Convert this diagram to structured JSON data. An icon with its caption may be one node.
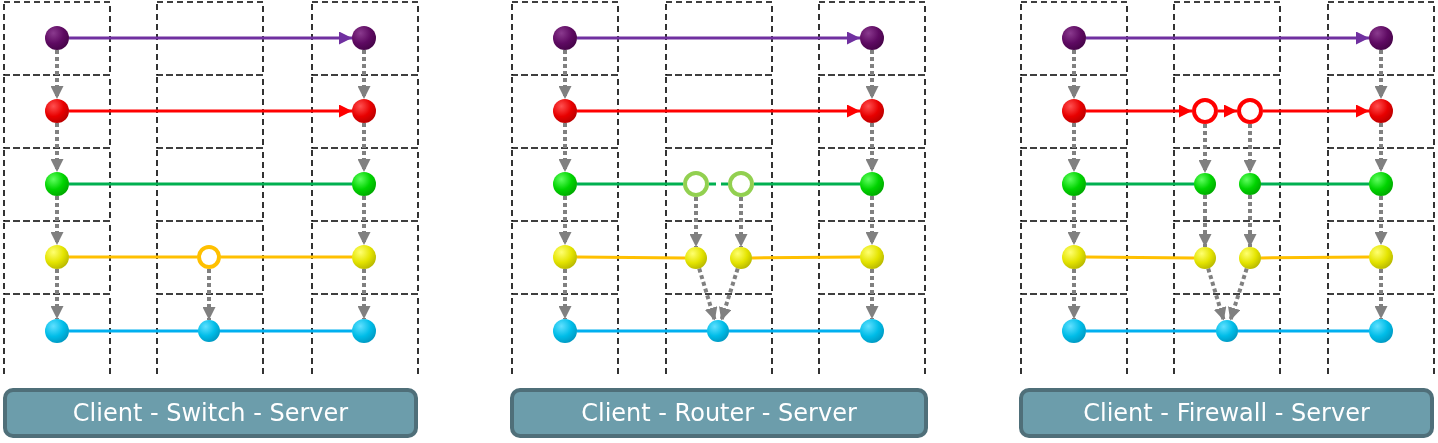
{
  "diagram": {
    "nodes": [
      {
        "text": [],
        "shape": "circle"
      },
      {
        "text": [],
        "shape": "circle"
      },
      {
        "text": [],
        "shape": "circle"
      },
      {
        "text": [],
        "shape": "circle"
      },
      {
        "text": [],
        "shape": "circle"
      },
      {
        "text": [],
        "shape": "circle"
      },
      {
        "text": [],
        "shape": "circle"
      },
      {
        "text": [],
        "shape": "circle"
      },
      {
        "text": [],
        "shape": "circle"
      },
      {
        "text": [],
        "shape": "circle"
      },
      {
        "text": [],
        "shape": "ring"
      },
      {
        "text": [],
        "shape": "circle"
      },
      {
        "text": [
          "Client - Switch - Server"
        ]
      },
      {
        "text": [],
        "shape": "circle"
      },
      {
        "text": [],
        "shape": "circle"
      },
      {
        "text": [],
        "shape": "circle"
      },
      {
        "text": [],
        "shape": "circle"
      },
      {
        "text": [],
        "shape": "circle"
      },
      {
        "text": [],
        "shape": "circle"
      },
      {
        "text": [],
        "shape": "circle"
      },
      {
        "text": [],
        "shape": "circle"
      },
      {
        "text": [],
        "shape": "circle"
      },
      {
        "text": [],
        "shape": "circle"
      },
      {
        "text": [],
        "shape": "ring"
      },
      {
        "text": [],
        "shape": "ring"
      },
      {
        "text": [],
        "shape": "circle"
      },
      {
        "text": [],
        "shape": "circle"
      },
      {
        "text": [],
        "shape": "circle"
      },
      {
        "text": [
          "Client - Router - Server"
        ]
      },
      {
        "text": [],
        "shape": "circle"
      },
      {
        "text": [],
        "shape": "circle"
      },
      {
        "text": [],
        "shape": "circle"
      },
      {
        "text": [],
        "shape": "circle"
      },
      {
        "text": [],
        "shape": "circle"
      },
      {
        "text": [],
        "shape": "circle"
      },
      {
        "text": [],
        "shape": "circle"
      },
      {
        "text": [],
        "shape": "circle"
      },
      {
        "text": [],
        "shape": "circle"
      },
      {
        "text": [],
        "shape": "circle"
      },
      {
        "text": [],
        "shape": "ring"
      },
      {
        "text": [],
        "shape": "ring"
      },
      {
        "text": [],
        "shape": "circle"
      },
      {
        "text": [],
        "shape": "circle"
      },
      {
        "text": [],
        "shape": "circle"
      },
      {
        "text": [],
        "shape": "circle"
      },
      {
        "text": [],
        "shape": "circle"
      },
      {
        "text": [
          "Client - Firewall - Server"
        ]
      }
    ],
    "edges": [
      {
        "from": 0,
        "to": 5,
        "arrow": "to",
        "color": "#7030a0"
      },
      {
        "from": 1,
        "to": 6,
        "arrow": "to",
        "color": "#ff0000"
      },
      {
        "from": 2,
        "to": 7,
        "arrow": "none",
        "color": "#00b050"
      },
      {
        "from": 3,
        "to": 10,
        "arrow": "none",
        "color": "#ffc000"
      },
      {
        "from": 10,
        "to": 8,
        "arrow": "none",
        "color": "#ffc000"
      },
      {
        "from": 4,
        "to": 11,
        "arrow": "none",
        "color": "#00b0f0"
      },
      {
        "from": 11,
        "to": 9,
        "arrow": "none",
        "color": "#00b0f0"
      },
      {
        "from": 0,
        "to": 1,
        "arrow": "to",
        "style": "dashed"
      },
      {
        "from": 1,
        "to": 2,
        "arrow": "to",
        "style": "dashed"
      },
      {
        "from": 2,
        "to": 3,
        "arrow": "to",
        "style": "dashed"
      },
      {
        "from": 3,
        "to": 4,
        "arrow": "to",
        "style": "dashed"
      },
      {
        "from": 5,
        "to": 6,
        "arrow": "to",
        "style": "dashed"
      },
      {
        "from": 6,
        "to": 7,
        "arrow": "to",
        "style": "dashed"
      },
      {
        "from": 7,
        "to": 8,
        "arrow": "to",
        "style": "dashed"
      },
      {
        "from": 8,
        "to": 9,
        "arrow": "to",
        "style": "dashed"
      },
      {
        "from": 10,
        "to": 11,
        "arrow": "to",
        "style": "dashed"
      },
      {
        "from": 13,
        "to": 18,
        "arrow": "to",
        "color": "#7030a0"
      },
      {
        "from": 14,
        "to": 19,
        "arrow": "to",
        "color": "#ff0000"
      },
      {
        "from": 15,
        "to": 23,
        "arrow": "none",
        "color": "#00b050"
      },
      {
        "from": 23,
        "to": 24,
        "arrow": "none",
        "style": "dashed",
        "color": "#00b050"
      },
      {
        "from": 24,
        "to": 20,
        "arrow": "none",
        "color": "#00b050"
      },
      {
        "from": 16,
        "to": 25,
        "arrow": "none",
        "color": "#ffc000"
      },
      {
        "from": 26,
        "to": 21,
        "arrow": "none",
        "color": "#ffc000"
      },
      {
        "from": 17,
        "to": 27,
        "arrow": "none",
        "color": "#00b0f0"
      },
      {
        "from": 27,
        "to": 22,
        "arrow": "none",
        "color": "#00b0f0"
      },
      {
        "from": 13,
        "to": 14,
        "arrow": "to",
        "style": "dashed"
      },
      {
        "from": 14,
        "to": 15,
        "arrow": "to",
        "style": "dashed"
      },
      {
        "from": 15,
        "to": 16,
        "arrow": "to",
        "style": "dashed"
      },
      {
        "from": 16,
        "to": 17,
        "arrow": "to",
        "style": "dashed"
      },
      {
        "from": 18,
        "to": 19,
        "arrow": "to",
        "style": "dashed"
      },
      {
        "from": 19,
        "to": 20,
        "arrow": "to",
        "style": "dashed"
      },
      {
        "from": 20,
        "to": 21,
        "arrow": "to",
        "style": "dashed"
      },
      {
        "from": 21,
        "to": 22,
        "arrow": "to",
        "style": "dashed"
      },
      {
        "from": 23,
        "to": 25,
        "arrow": "to",
        "style": "dashed"
      },
      {
        "from": 24,
        "to": 26,
        "arrow": "to",
        "style": "dashed"
      },
      {
        "from": 25,
        "to": 27,
        "arrow": "to",
        "style": "dashed"
      },
      {
        "from": 26,
        "to": 27,
        "arrow": "to",
        "style": "dashed"
      },
      {
        "from": 29,
        "to": 34,
        "arrow": "to",
        "color": "#7030a0"
      },
      {
        "from": 30,
        "to": 39,
        "arrow": "to",
        "color": "#ff0000"
      },
      {
        "from": 39,
        "to": 40,
        "arrow": "to",
        "color": "#ff0000"
      },
      {
        "from": 40,
        "to": 35,
        "arrow": "to",
        "color": "#ff0000"
      },
      {
        "from": 31,
        "to": 41,
        "arrow": "none",
        "color": "#00b050"
      },
      {
        "from": 42,
        "to": 36,
        "arrow": "none",
        "color": "#00b050"
      },
      {
        "from": 32,
        "to": 43,
        "arrow": "none",
        "color": "#ffc000"
      },
      {
        "from": 44,
        "to": 37,
        "arrow": "none",
        "color": "#ffc000"
      },
      {
        "from": 33,
        "to": 45,
        "arrow": "none",
        "color": "#00b0f0"
      },
      {
        "from": 45,
        "to": 38,
        "arrow": "none",
        "color": "#00b0f0"
      },
      {
        "from": 29,
        "to": 30,
        "arrow": "to",
        "style": "dashed"
      },
      {
        "from": 30,
        "to": 31,
        "arrow": "to",
        "style": "dashed"
      },
      {
        "from": 31,
        "to": 32,
        "arrow": "to",
        "style": "dashed"
      },
      {
        "from": 32,
        "to": 33,
        "arrow": "to",
        "style": "dashed"
      },
      {
        "from": 34,
        "to": 35,
        "arrow": "to",
        "style": "dashed"
      },
      {
        "from": 35,
        "to": 36,
        "arrow": "to",
        "style": "dashed"
      },
      {
        "from": 36,
        "to": 37,
        "arrow": "to",
        "style": "dashed"
      },
      {
        "from": 37,
        "to": 38,
        "arrow": "to",
        "style": "dashed"
      },
      {
        "from": 39,
        "to": 41,
        "arrow": "to",
        "style": "dashed"
      },
      {
        "from": 40,
        "to": 42,
        "arrow": "to",
        "style": "dashed"
      },
      {
        "from": 41,
        "to": 43,
        "arrow": "to",
        "style": "dashed"
      },
      {
        "from": 42,
        "to": 44,
        "arrow": "to",
        "style": "dashed"
      },
      {
        "from": 43,
        "to": 45,
        "arrow": "to",
        "style": "dashed"
      },
      {
        "from": 44,
        "to": 45,
        "arrow": "to",
        "style": "dashed"
      }
    ]
  }
}
